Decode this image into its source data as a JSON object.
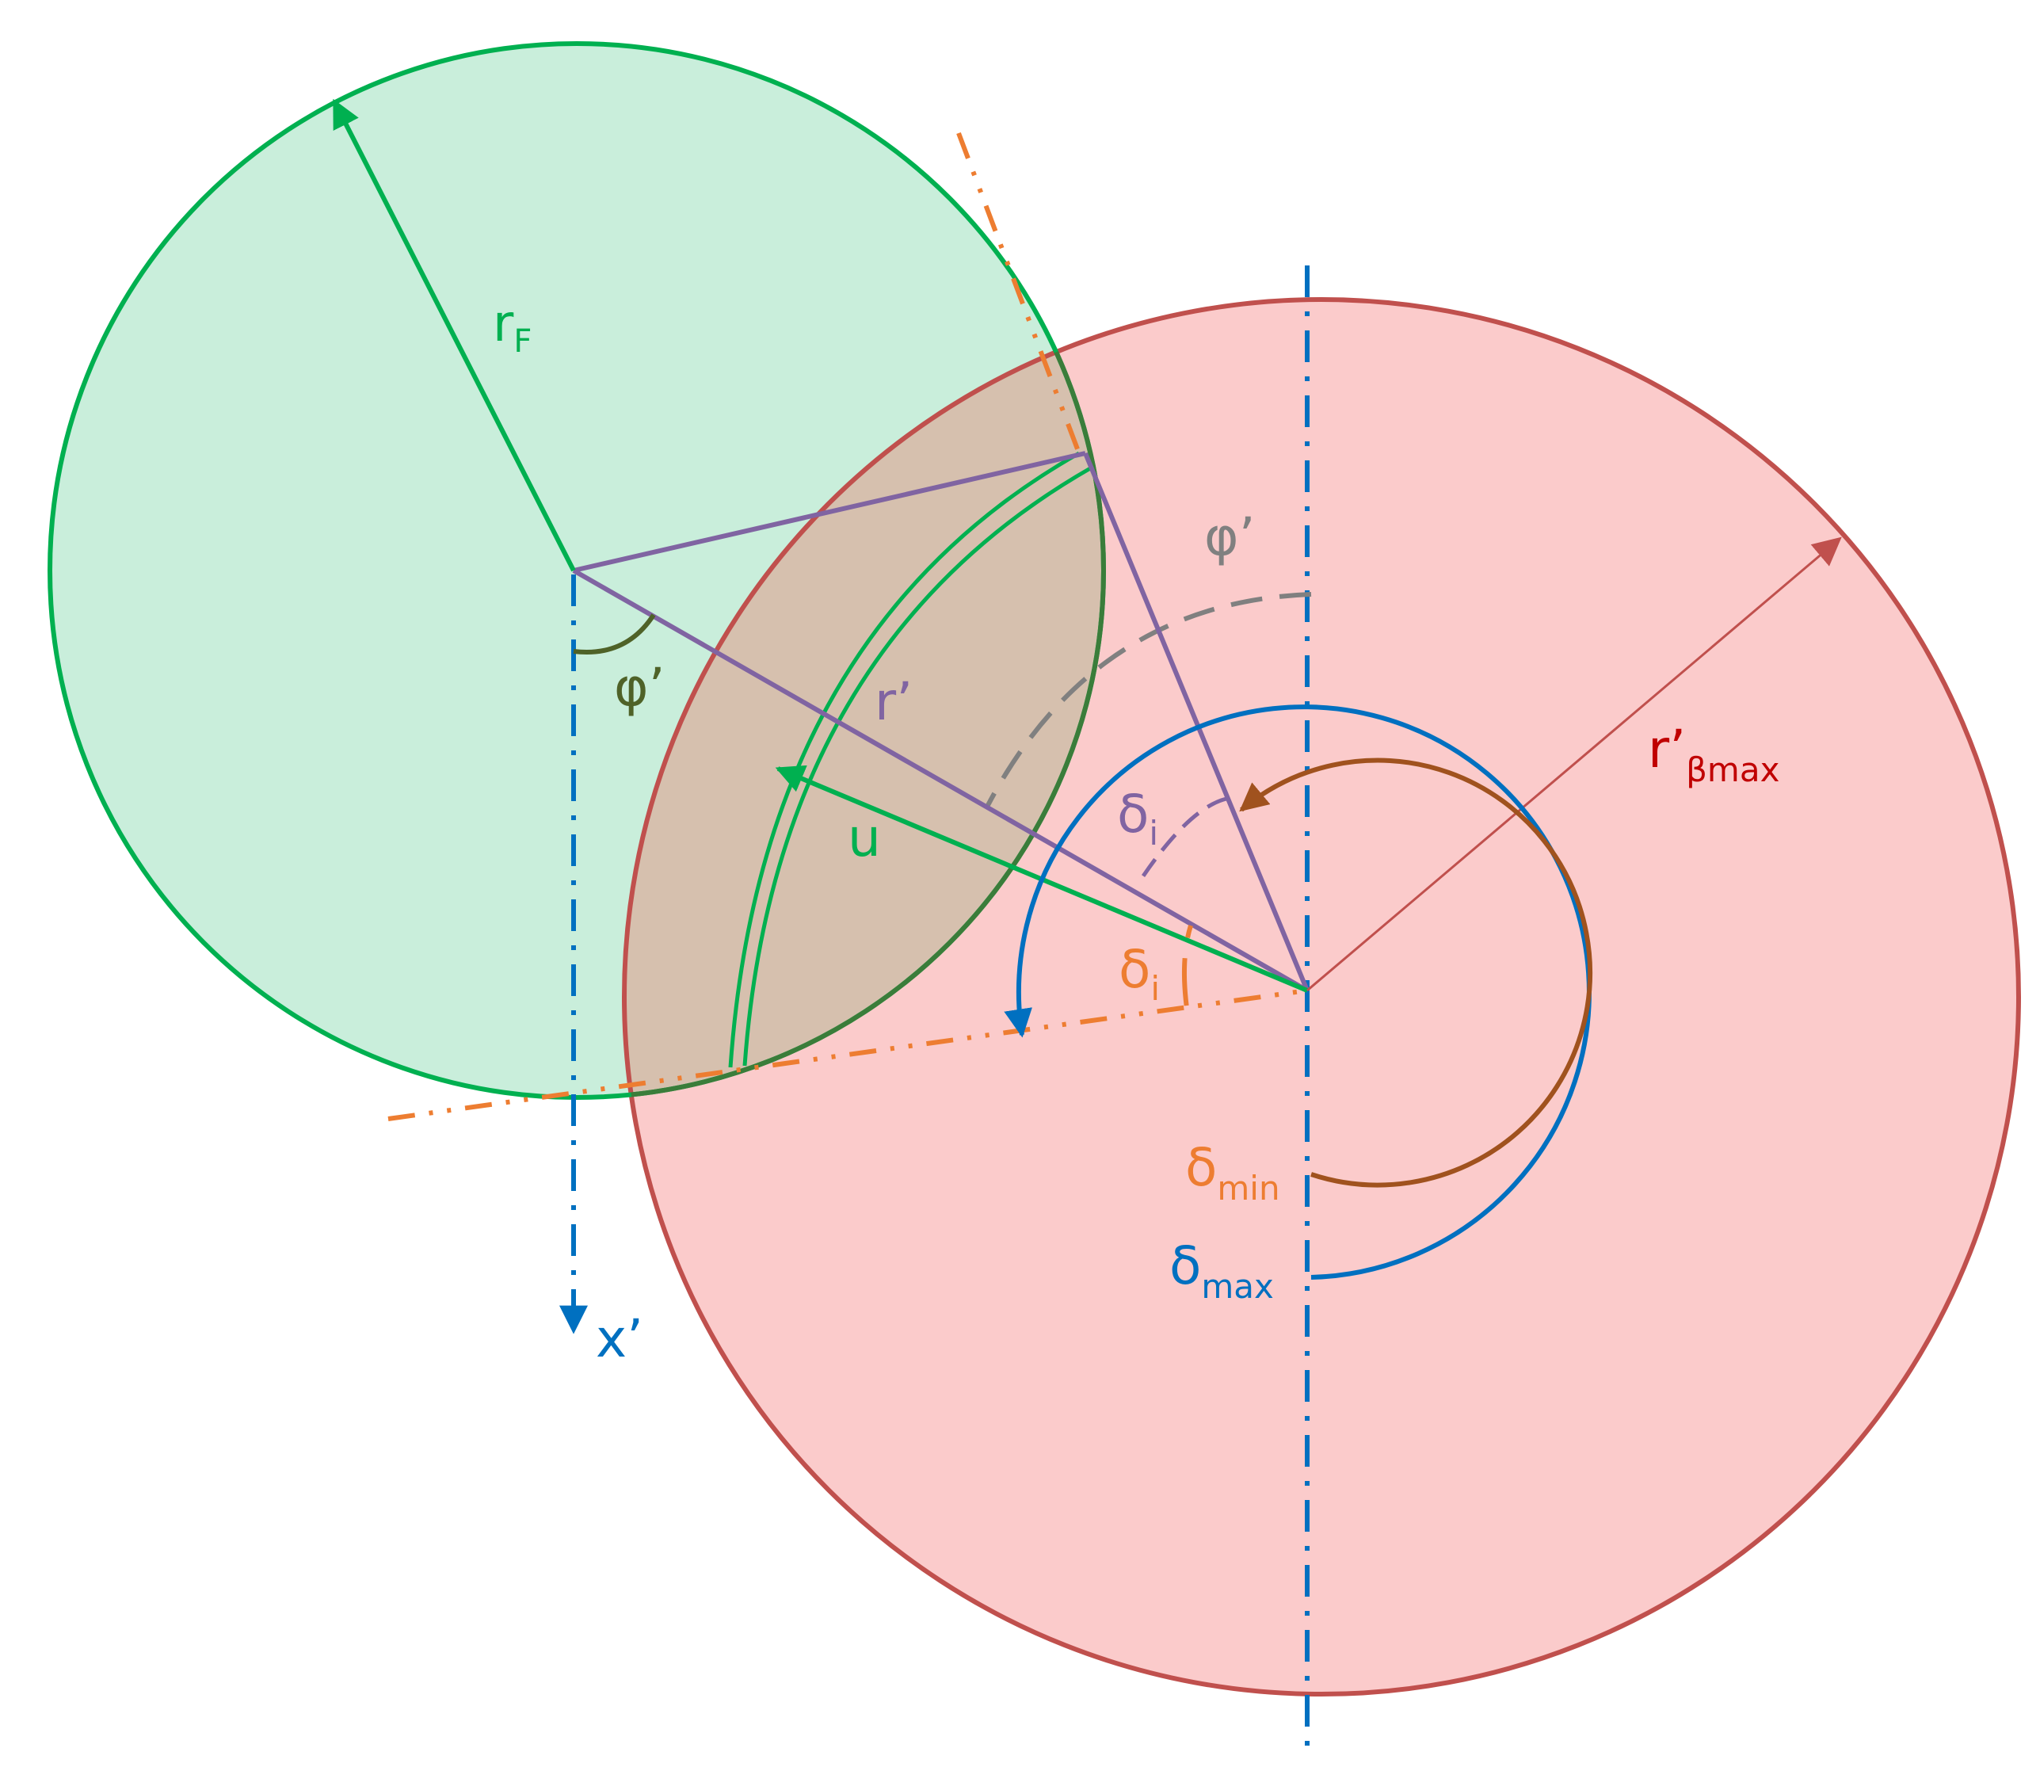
{
  "labels": {
    "rF": {
      "main": "r",
      "sub": "F"
    },
    "phiTop": {
      "main": "φ’"
    },
    "phiLeft": {
      "main": "φ’"
    },
    "rPrime": {
      "main": "r’"
    },
    "u": {
      "main": "u"
    },
    "deltaIPurple": {
      "main": "δ",
      "sub": "i"
    },
    "deltaIOrange": {
      "main": "δ",
      "sub": "i"
    },
    "rBeta": {
      "main": "r’",
      "sub": "βmax"
    },
    "deltaMin": {
      "main": "δ",
      "sub": "min"
    },
    "deltaMax": {
      "main": "δ",
      "sub": "max"
    },
    "xAxis": {
      "main": "x’"
    }
  },
  "colors": {
    "green": "#00b050",
    "greenFill": "#c9eedb",
    "red": "#c0504d",
    "redFill": "#fbcbcb",
    "overlapFill": "#d6c0ae",
    "purple": "#8064a2",
    "blue": "#0070c0",
    "orange": "#ed7d31",
    "brown": "#a0521e",
    "gray": "#808080",
    "darkGreen": "#4f6228",
    "darkRed": "#c00000"
  }
}
